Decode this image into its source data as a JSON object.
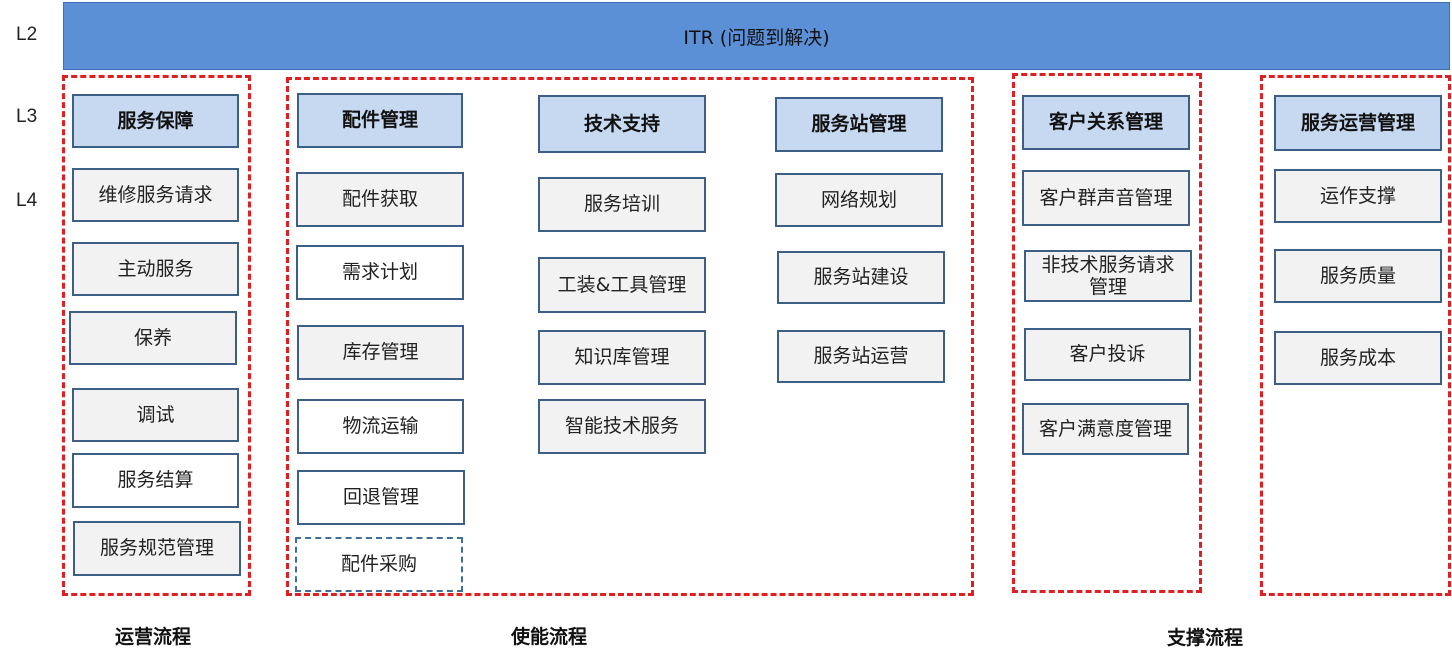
{
  "levels": {
    "l2": "L2",
    "l3": "L3",
    "l4": "L4"
  },
  "l2_title": "ITR (问题到解决)",
  "groups": {
    "operation": {
      "l3": "服务保障",
      "items": [
        "维修服务请求",
        "主动服务",
        "保养",
        "调试",
        "服务结算",
        "服务规范管理"
      ]
    },
    "parts": {
      "l3": "配件管理",
      "items": [
        "配件获取",
        "需求计划",
        "库存管理",
        "物流运输",
        "回退管理",
        "配件采购"
      ]
    },
    "tech": {
      "l3": "技术支持",
      "items": [
        "服务培训",
        "工装&工具管理",
        "知识库管理",
        "智能技术服务"
      ]
    },
    "station": {
      "l3": "服务站管理",
      "items": [
        "网络规划",
        "服务站建设",
        "服务站运营"
      ]
    },
    "crm": {
      "l3": "客户关系管理",
      "items": [
        "客户群声音管理",
        "非技术服务请求\n管理",
        "客户投诉",
        "客户满意度管理"
      ]
    },
    "ops": {
      "l3": "服务运营管理",
      "items": [
        "运作支撑",
        "服务质量",
        "服务成本"
      ]
    }
  },
  "footers": {
    "operation": "运营流程",
    "enable": "使能流程",
    "support": "支撑流程"
  }
}
